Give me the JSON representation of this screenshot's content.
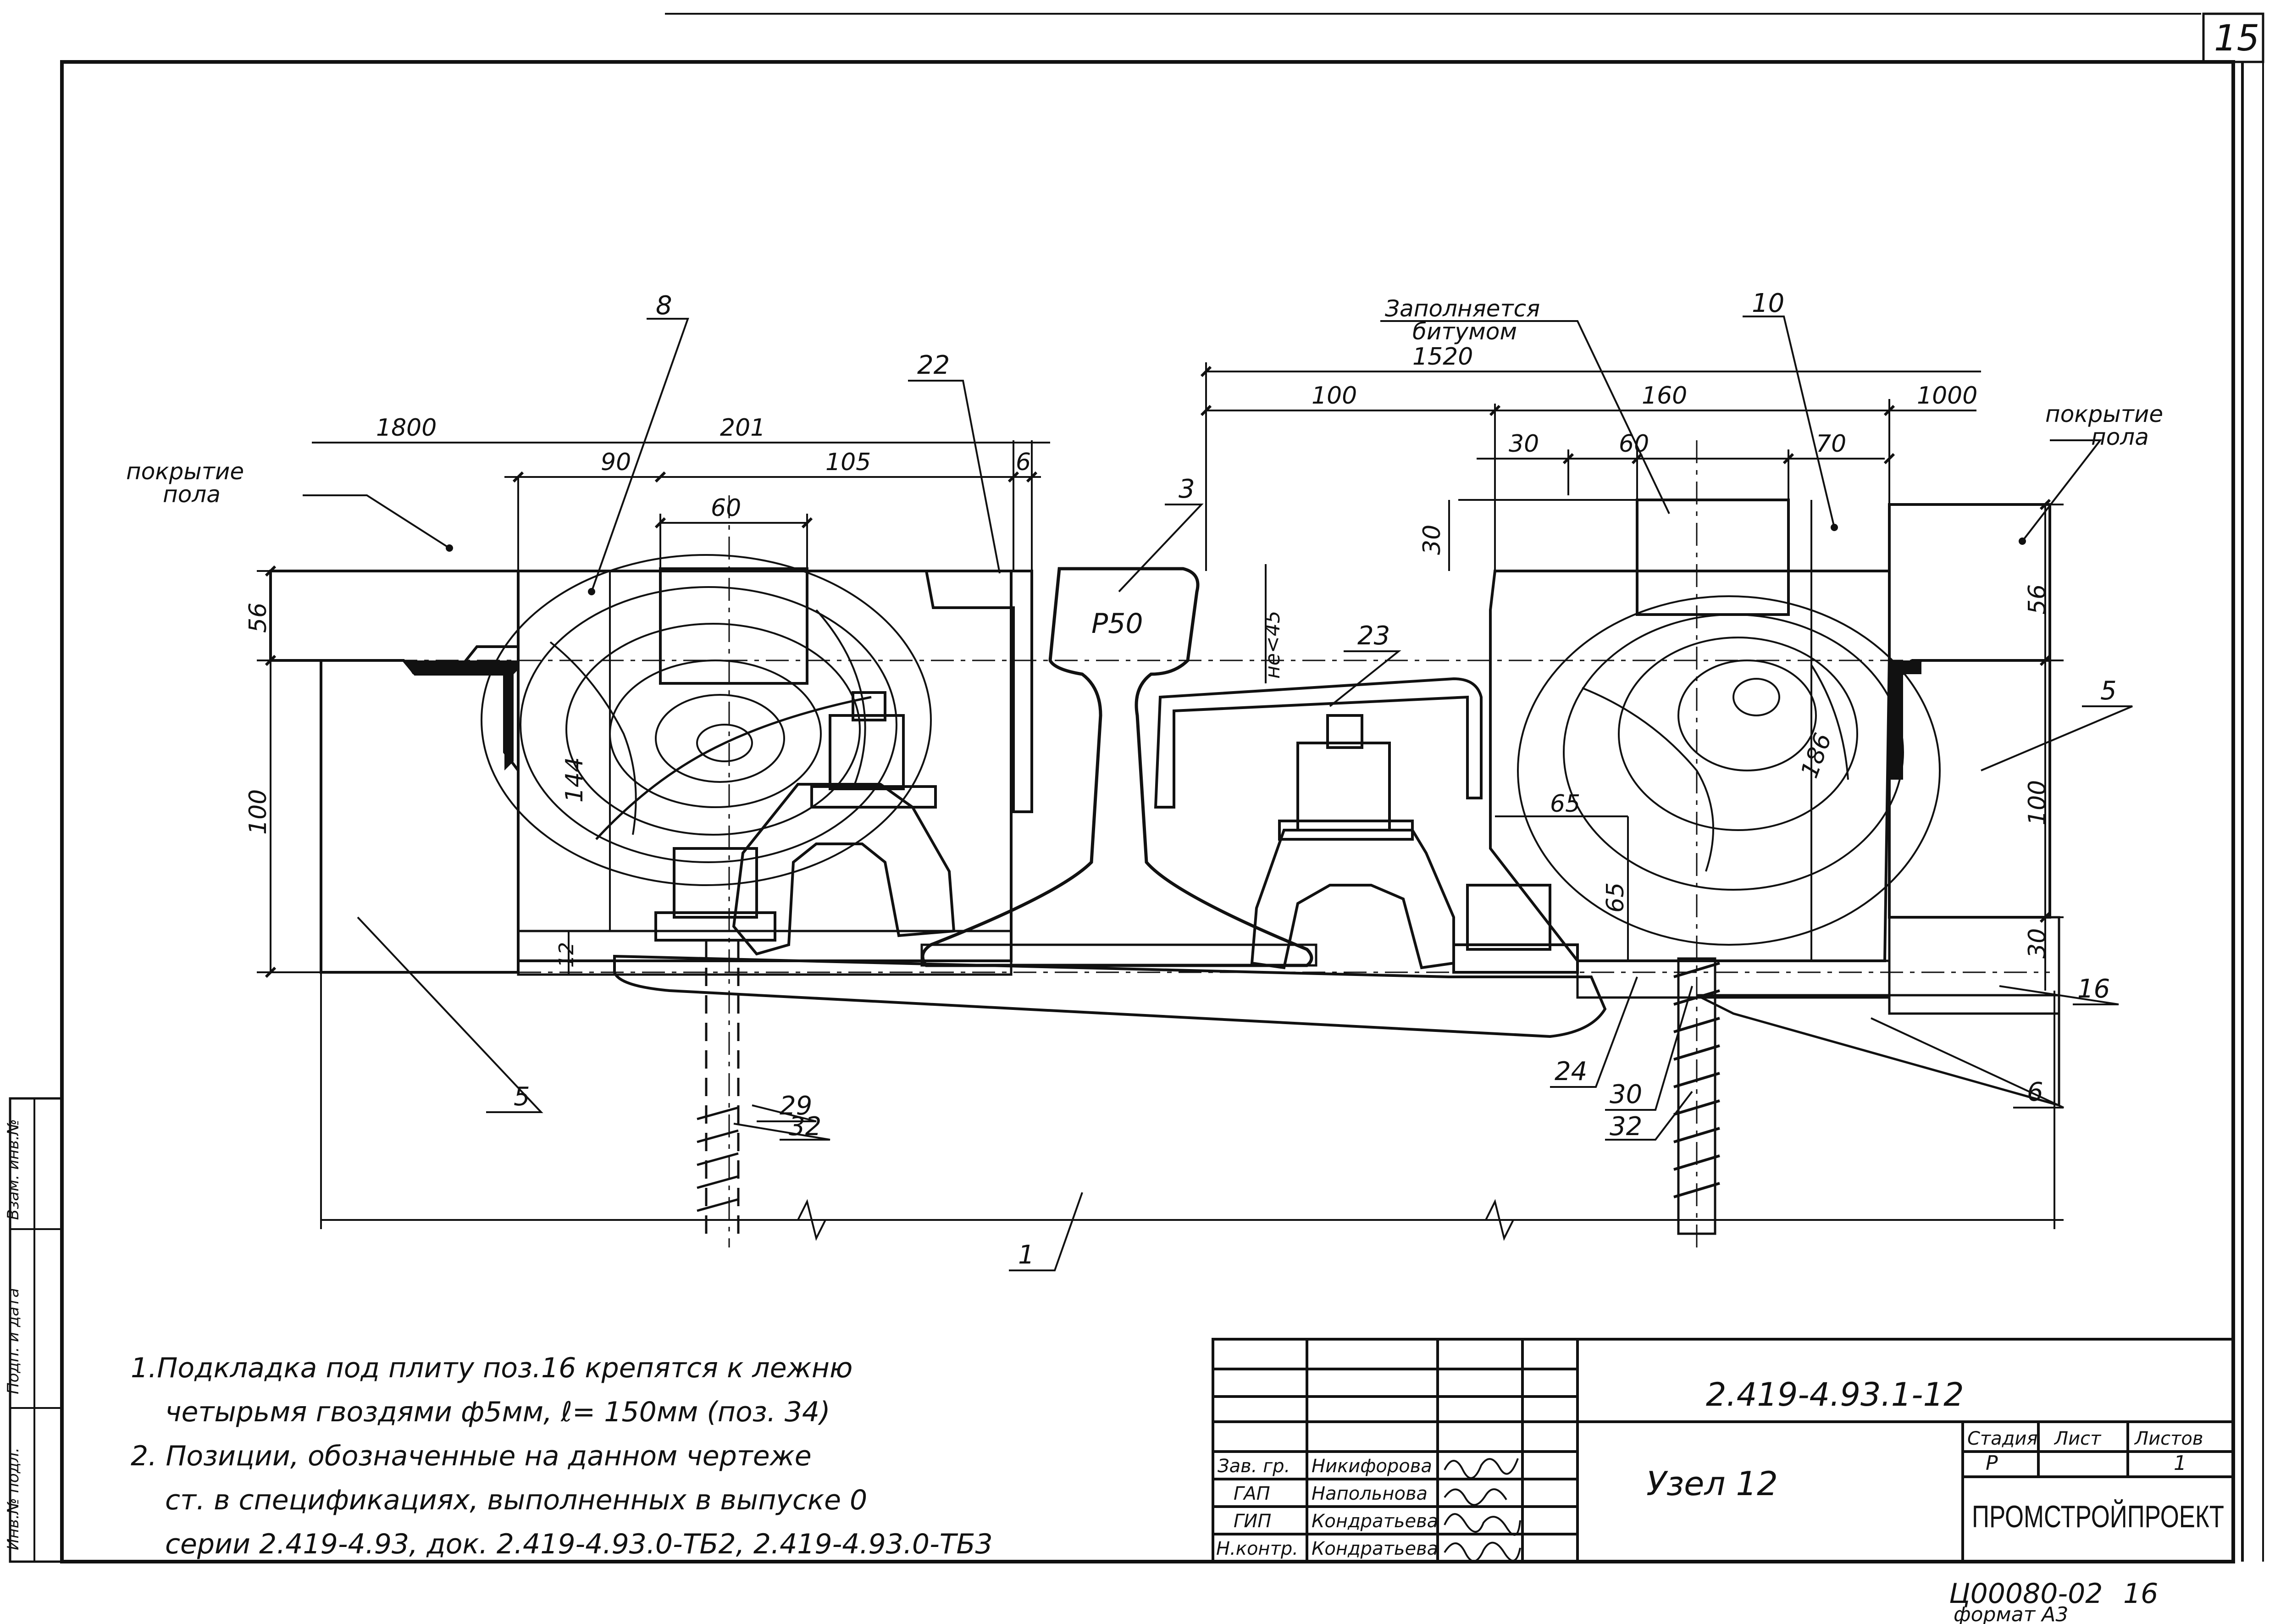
{
  "sheet": {
    "number": "15",
    "format": "формат А3",
    "archive_number": "Ц00080-02",
    "archive_sheet": "16",
    "side_stamp": [
      "Инв.№ подл.",
      "Подп. и дата",
      "Взам. инв.№"
    ]
  },
  "drawing": {
    "rail_type": "Р50",
    "floor_cover_left": [
      "покрытие",
      "пола"
    ],
    "floor_cover_right": [
      "покрытие",
      "пола"
    ],
    "bitumen_note": [
      "Заполняется",
      "битумом"
    ],
    "min_angle_note": "не<45",
    "dimensions": {
      "d1800": "1800",
      "d201": "201",
      "d90": "90",
      "d105": "105",
      "d6": "6",
      "d60_left": "60",
      "d1520": "1520",
      "d100_top": "100",
      "d160": "160",
      "d1000": "1000",
      "d30_top": "30",
      "d60_right": "60",
      "d70": "70",
      "d30_right_vert": "30",
      "d56_left": "56",
      "d56_right": "56",
      "d100_left": "100",
      "d100_right": "100",
      "d144": "144",
      "d12": "12",
      "d65_a": "65",
      "d65_b": "65",
      "d186": "186",
      "d30_bottom_right": "30"
    },
    "positions": {
      "p1": "1",
      "p3": "3",
      "p5_left": "5",
      "p5_right": "5",
      "p6": "6",
      "p8": "8",
      "p10": "10",
      "p16": "16",
      "p22": "22",
      "p23": "23",
      "p24": "24",
      "p29": "29",
      "p30": "30",
      "p32_left": "32",
      "p32_right": "32"
    }
  },
  "notes": [
    "1.Подкладка под плиту поз.16 крепятся к лежню",
    "четырьмя гвоздями ф5мм, ℓ= 150мм (поз. 34)",
    "2. Позиции, обозначенные на данном чертеже",
    "ст. в спецификациях, выполненных в выпуске 0",
    "серии 2.419-4.93, док. 2.419-4.93.0-ТБ2, 2.419-4.93.0-ТБ3"
  ],
  "title_block": {
    "doc_code": "2.419-4.93.1-12",
    "title": "Узел 12",
    "organization": "ПРОМСТРОЙПРОЕКТ",
    "stage_header": "Стадия",
    "sheet_header": "Лист",
    "sheets_header": "Листов",
    "stage": "Р",
    "sheet": "",
    "sheets": "1",
    "signatures": [
      {
        "role": "Зав. гр.",
        "name": "Никифорова"
      },
      {
        "role": "ГАП",
        "name": "Напольнова"
      },
      {
        "role": "ГИП",
        "name": "Кондратьева"
      },
      {
        "role": "Н.контр.",
        "name": "Кондратьева"
      }
    ]
  }
}
